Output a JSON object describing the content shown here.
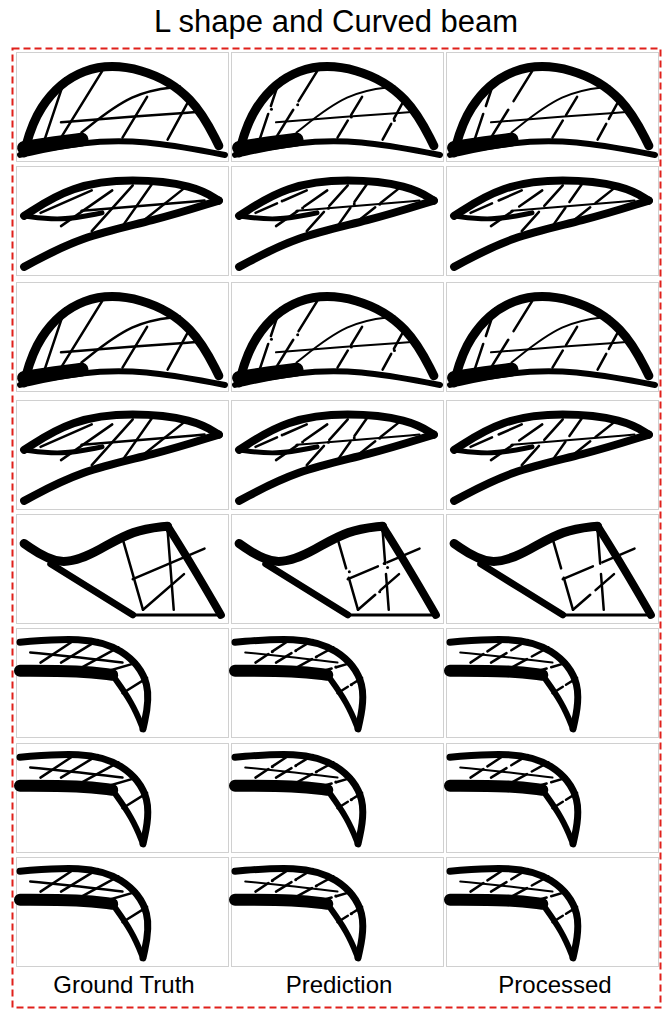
{
  "diagram": {
    "title": "L shape and Curved beam",
    "labels": [
      "Ground Truth",
      "Prediction",
      "Processed"
    ]
  }
}
